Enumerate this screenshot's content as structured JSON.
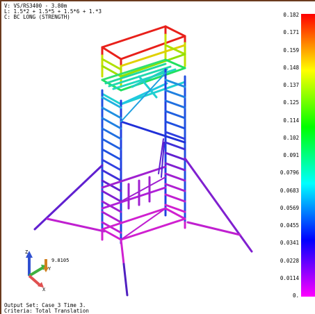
{
  "header": {
    "line_v": "V: VS/RS3400 - 3.80m",
    "line_l": "L: 1.5*2 + 1.5*5 + 1.5*6 + 1.*3",
    "line_c": "C: BC LONG (STRENGTH)"
  },
  "footer": {
    "output_set": "Output Set: Case 3 Time 3.",
    "criteria": "Criteria: Total Translation"
  },
  "triad": {
    "z_label": "Z",
    "y_label": "Y",
    "x_label": "X",
    "value": "9.8105"
  },
  "legend": {
    "ticks": [
      "0.182",
      "0.171",
      "0.159",
      "0.148",
      "0.137",
      "0.125",
      "0.114",
      "0.102",
      "0.091",
      "0.0796",
      "0.0683",
      "0.0569",
      "0.0455",
      "0.0341",
      "0.0228",
      "0.0114",
      "0."
    ],
    "colors_top_to_bottom": [
      "#ff0000",
      "#ff8000",
      "#ffff00",
      "#80ff00",
      "#00ff00",
      "#00ff80",
      "#00ffff",
      "#0080ff",
      "#0000ff",
      "#8000ff",
      "#ff00ff"
    ]
  }
}
